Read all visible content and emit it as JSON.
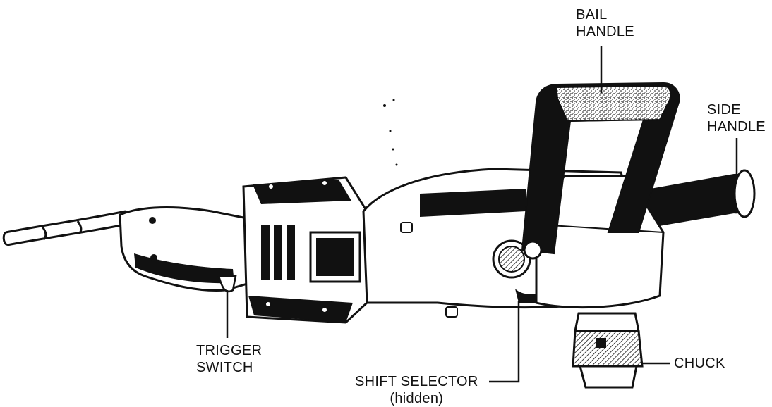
{
  "figure": {
    "ink_color": "#111111",
    "paper_color": "#ffffff",
    "labels": {
      "bail_handle": [
        "BAIL",
        "HANDLE"
      ],
      "side_handle": [
        "SIDE",
        "HANDLE"
      ],
      "trigger_switch": [
        "TRIGGER",
        "SWITCH"
      ],
      "shift_selector": [
        "SHIFT SELECTOR",
        "(hidden)"
      ],
      "chuck": "CHUCK"
    }
  }
}
